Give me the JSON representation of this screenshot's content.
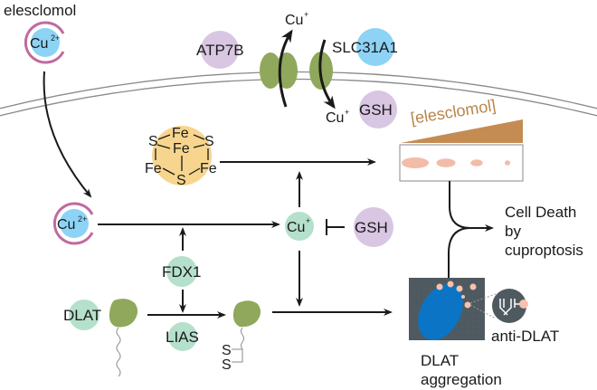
{
  "title": "Cuproptosis mechanism diagram",
  "colors": {
    "cu2_fill": "#8dd3f5",
    "chelator_ring": "#c06a9f",
    "cu1_fill": "#b5e0cc",
    "enzyme_fill": "#b5e0cc",
    "gsh_fill": "#d8c6e3",
    "atp7b_fill": "#d8c6e3",
    "slc_fill": "#8dd3f5",
    "transporter_fill": "#8fa85c",
    "fes_fill": "#f7d58e",
    "drug_wedge": "#c48c52",
    "blot_band": "#f2bca8",
    "micrograph_bg": "#4f5a60",
    "aggregate_fill": "#0b74c4",
    "puncta_fill": "#f6c2ac"
  },
  "extracellular": {
    "drug_label": "elesclomol",
    "cu2_complex": {
      "ion": "Cu",
      "charge": "2+"
    }
  },
  "membrane": {
    "atp7b_label": "ATP7B",
    "slc31a1_label": "SLC31A1",
    "efflux_ion": {
      "ion": "Cu",
      "charge": "+"
    },
    "influx_ion": {
      "ion": "Cu",
      "charge": "+"
    },
    "gsh_label": "GSH"
  },
  "intracellular": {
    "cu2_complex": {
      "ion": "Cu",
      "charge": "2+"
    },
    "cu1": {
      "ion": "Cu",
      "charge": "+"
    },
    "gsh_inhibitor_label": "GSH",
    "fdx1_label": "FDX1",
    "lias_label": "LIAS",
    "dlat_label": "DLAT",
    "disulfide_atoms": [
      "S",
      "S"
    ],
    "fes_cluster": {
      "atoms": {
        "top_fe": "Fe",
        "left_s": "S",
        "right_s": "S",
        "center_fe": "Fe",
        "left_fe": "Fe",
        "right_fe": "Fe",
        "bottom_s": "S"
      }
    }
  },
  "western_blot": {
    "concentration_label": "[elesclomol]",
    "band_intensities": [
      1.0,
      0.7,
      0.45,
      0.2
    ]
  },
  "outcome": {
    "cell_death_lines": [
      "Cell Death",
      "by",
      "cuproptosis"
    ],
    "aggregation_lines": [
      "DLAT",
      "aggregation"
    ],
    "antibody_label": "anti-DLAT"
  }
}
